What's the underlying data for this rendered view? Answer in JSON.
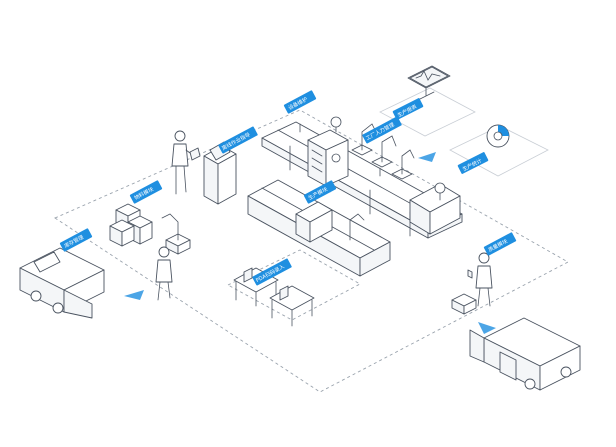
{
  "labels": {
    "equipment_maintenance": "设备维护",
    "offline_work_guidance": "离线作业指导",
    "labor_management": "工厂人力管理",
    "production_report": "生产报表",
    "production_statistics": "生产统计",
    "production_module": "生产模块",
    "material_module": "物料模块",
    "warehouse_management": "库存管理",
    "pda_scan_entry": "PDA扫码录入",
    "quality_module": "质量模块"
  },
  "colors": {
    "accent": "#1f8fe0",
    "ink": "#4a5360",
    "dashed_boundary": "#9aa3ad"
  },
  "icons": [
    "monitor-wave-icon",
    "pie-chart-icon",
    "flow-arrow-icon"
  ]
}
